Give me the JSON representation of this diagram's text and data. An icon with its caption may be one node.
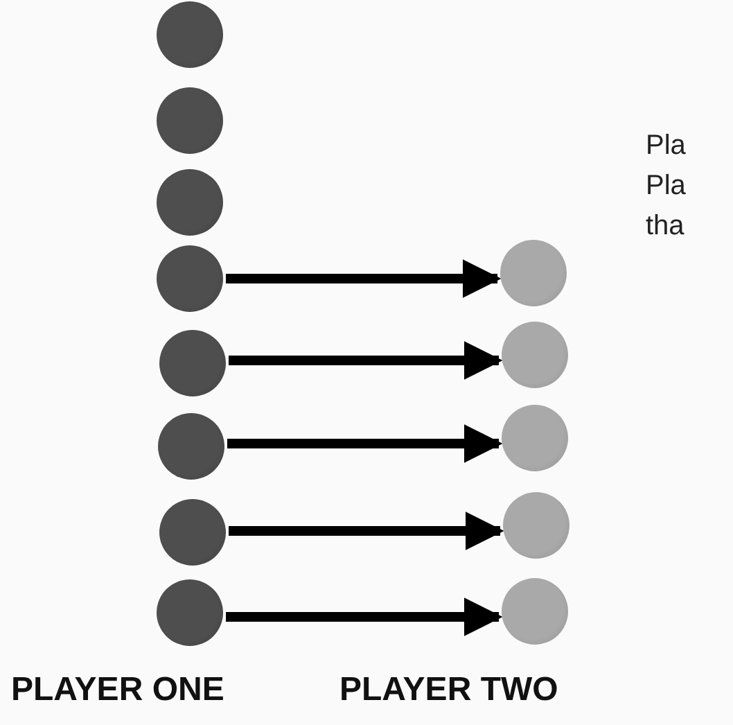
{
  "diagram": {
    "nodes": [
      {
        "text": [],
        "shape": "circle"
      },
      {
        "text": [],
        "shape": "circle"
      },
      {
        "text": [],
        "shape": "circle"
      },
      {
        "text": [],
        "shape": "circle"
      },
      {
        "text": [],
        "shape": "circle"
      },
      {
        "text": [],
        "shape": "circle"
      },
      {
        "text": [],
        "shape": "circle"
      },
      {
        "text": [],
        "shape": "circle"
      },
      {
        "text": [],
        "shape": "circle"
      },
      {
        "text": [],
        "shape": "circle"
      },
      {
        "text": [],
        "shape": "circle"
      },
      {
        "text": [],
        "shape": "circle"
      },
      {
        "text": [],
        "shape": "circle"
      }
    ],
    "edges": [
      {
        "from": 3,
        "to": 8,
        "arrow": "to"
      },
      {
        "from": 4,
        "to": 9,
        "arrow": "to"
      },
      {
        "from": 5,
        "to": 10,
        "arrow": "to"
      },
      {
        "from": 6,
        "to": 11,
        "arrow": "to"
      },
      {
        "from": 7,
        "to": 12,
        "arrow": "to"
      }
    ],
    "labels": [
      "Pla",
      "Pla",
      "tha",
      "PLAYER ONE",
      "PLAYER TWO"
    ]
  }
}
